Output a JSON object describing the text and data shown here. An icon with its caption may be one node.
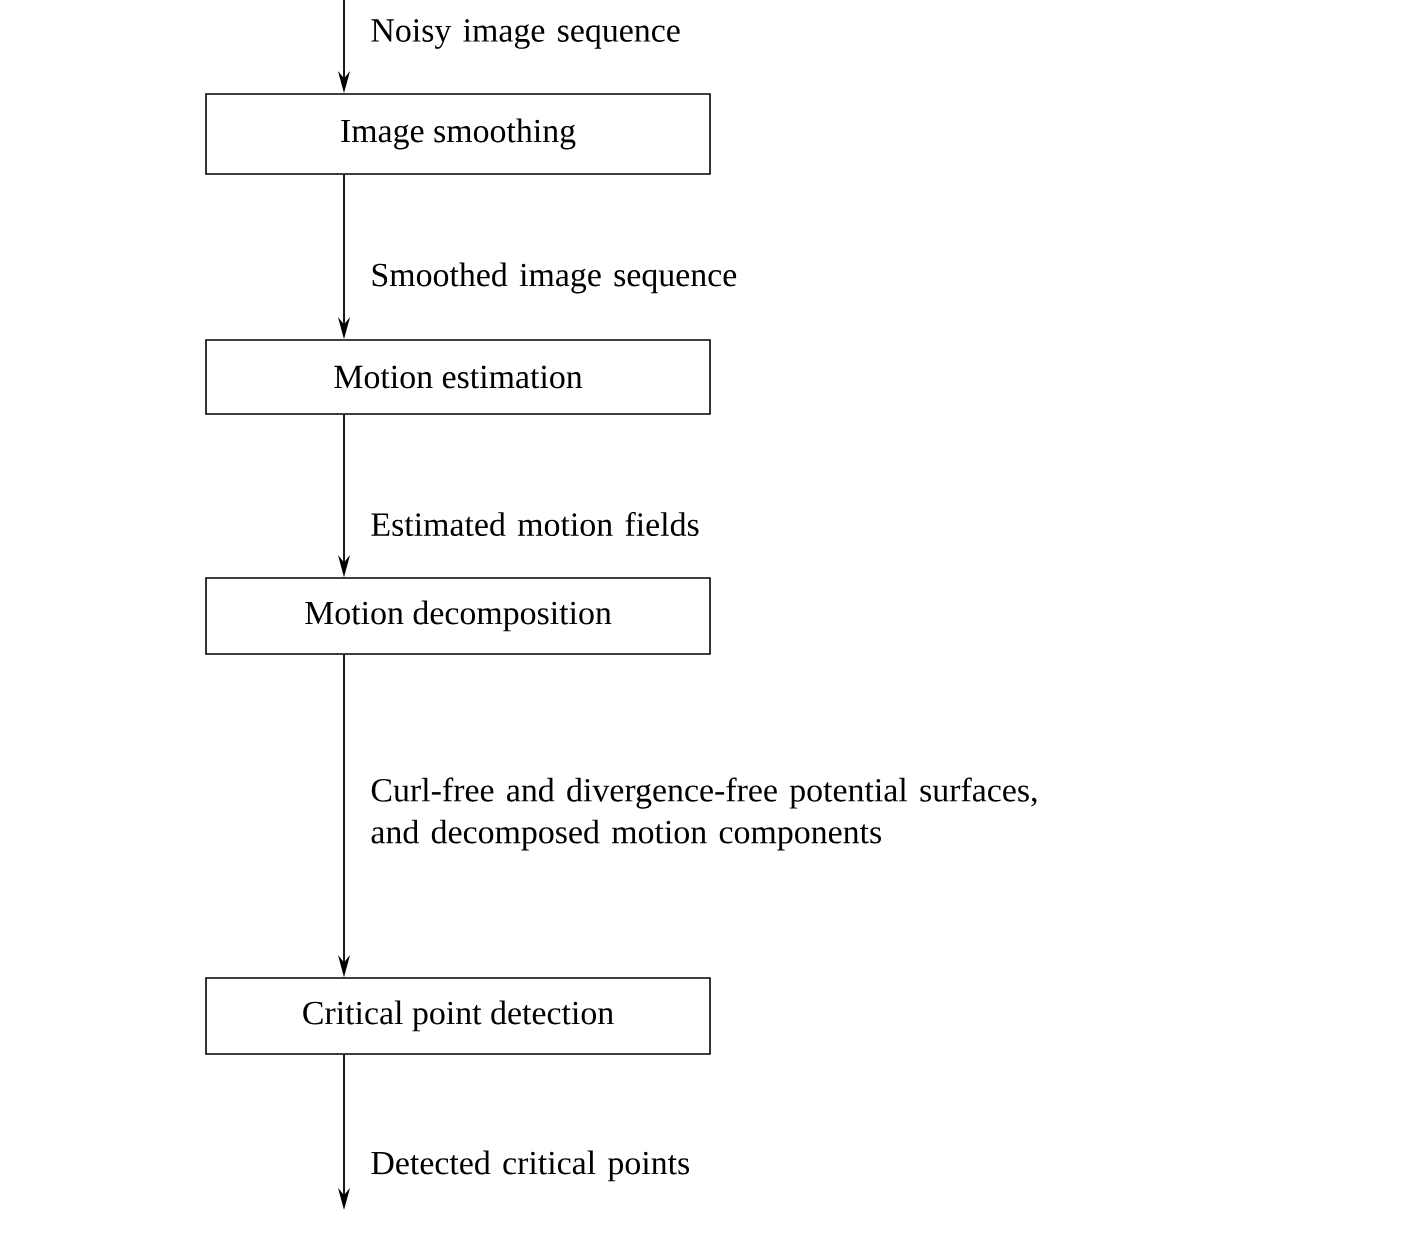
{
  "diagram": {
    "nodes": [
      {
        "text": [
          "Image smoothing"
        ]
      },
      {
        "text": [
          "Motion estimation"
        ]
      },
      {
        "text": [
          "Motion decomposition"
        ]
      },
      {
        "text": [
          "Critical point detection"
        ]
      }
    ],
    "edges": [
      {
        "from": null,
        "to": 0,
        "arrow": "to",
        "label": "Noisy image sequence"
      },
      {
        "from": 0,
        "to": 1,
        "arrow": "to",
        "label": "Smoothed image sequence"
      },
      {
        "from": 1,
        "to": 2,
        "arrow": "to",
        "label": "Estimated motion fields"
      },
      {
        "from": 2,
        "to": 3,
        "arrow": "to",
        "label": "Curl-free and divergence-free potential surfaces, and decomposed motion components"
      },
      {
        "from": 3,
        "to": null,
        "arrow": "to",
        "label": "Detected critical points"
      }
    ]
  }
}
